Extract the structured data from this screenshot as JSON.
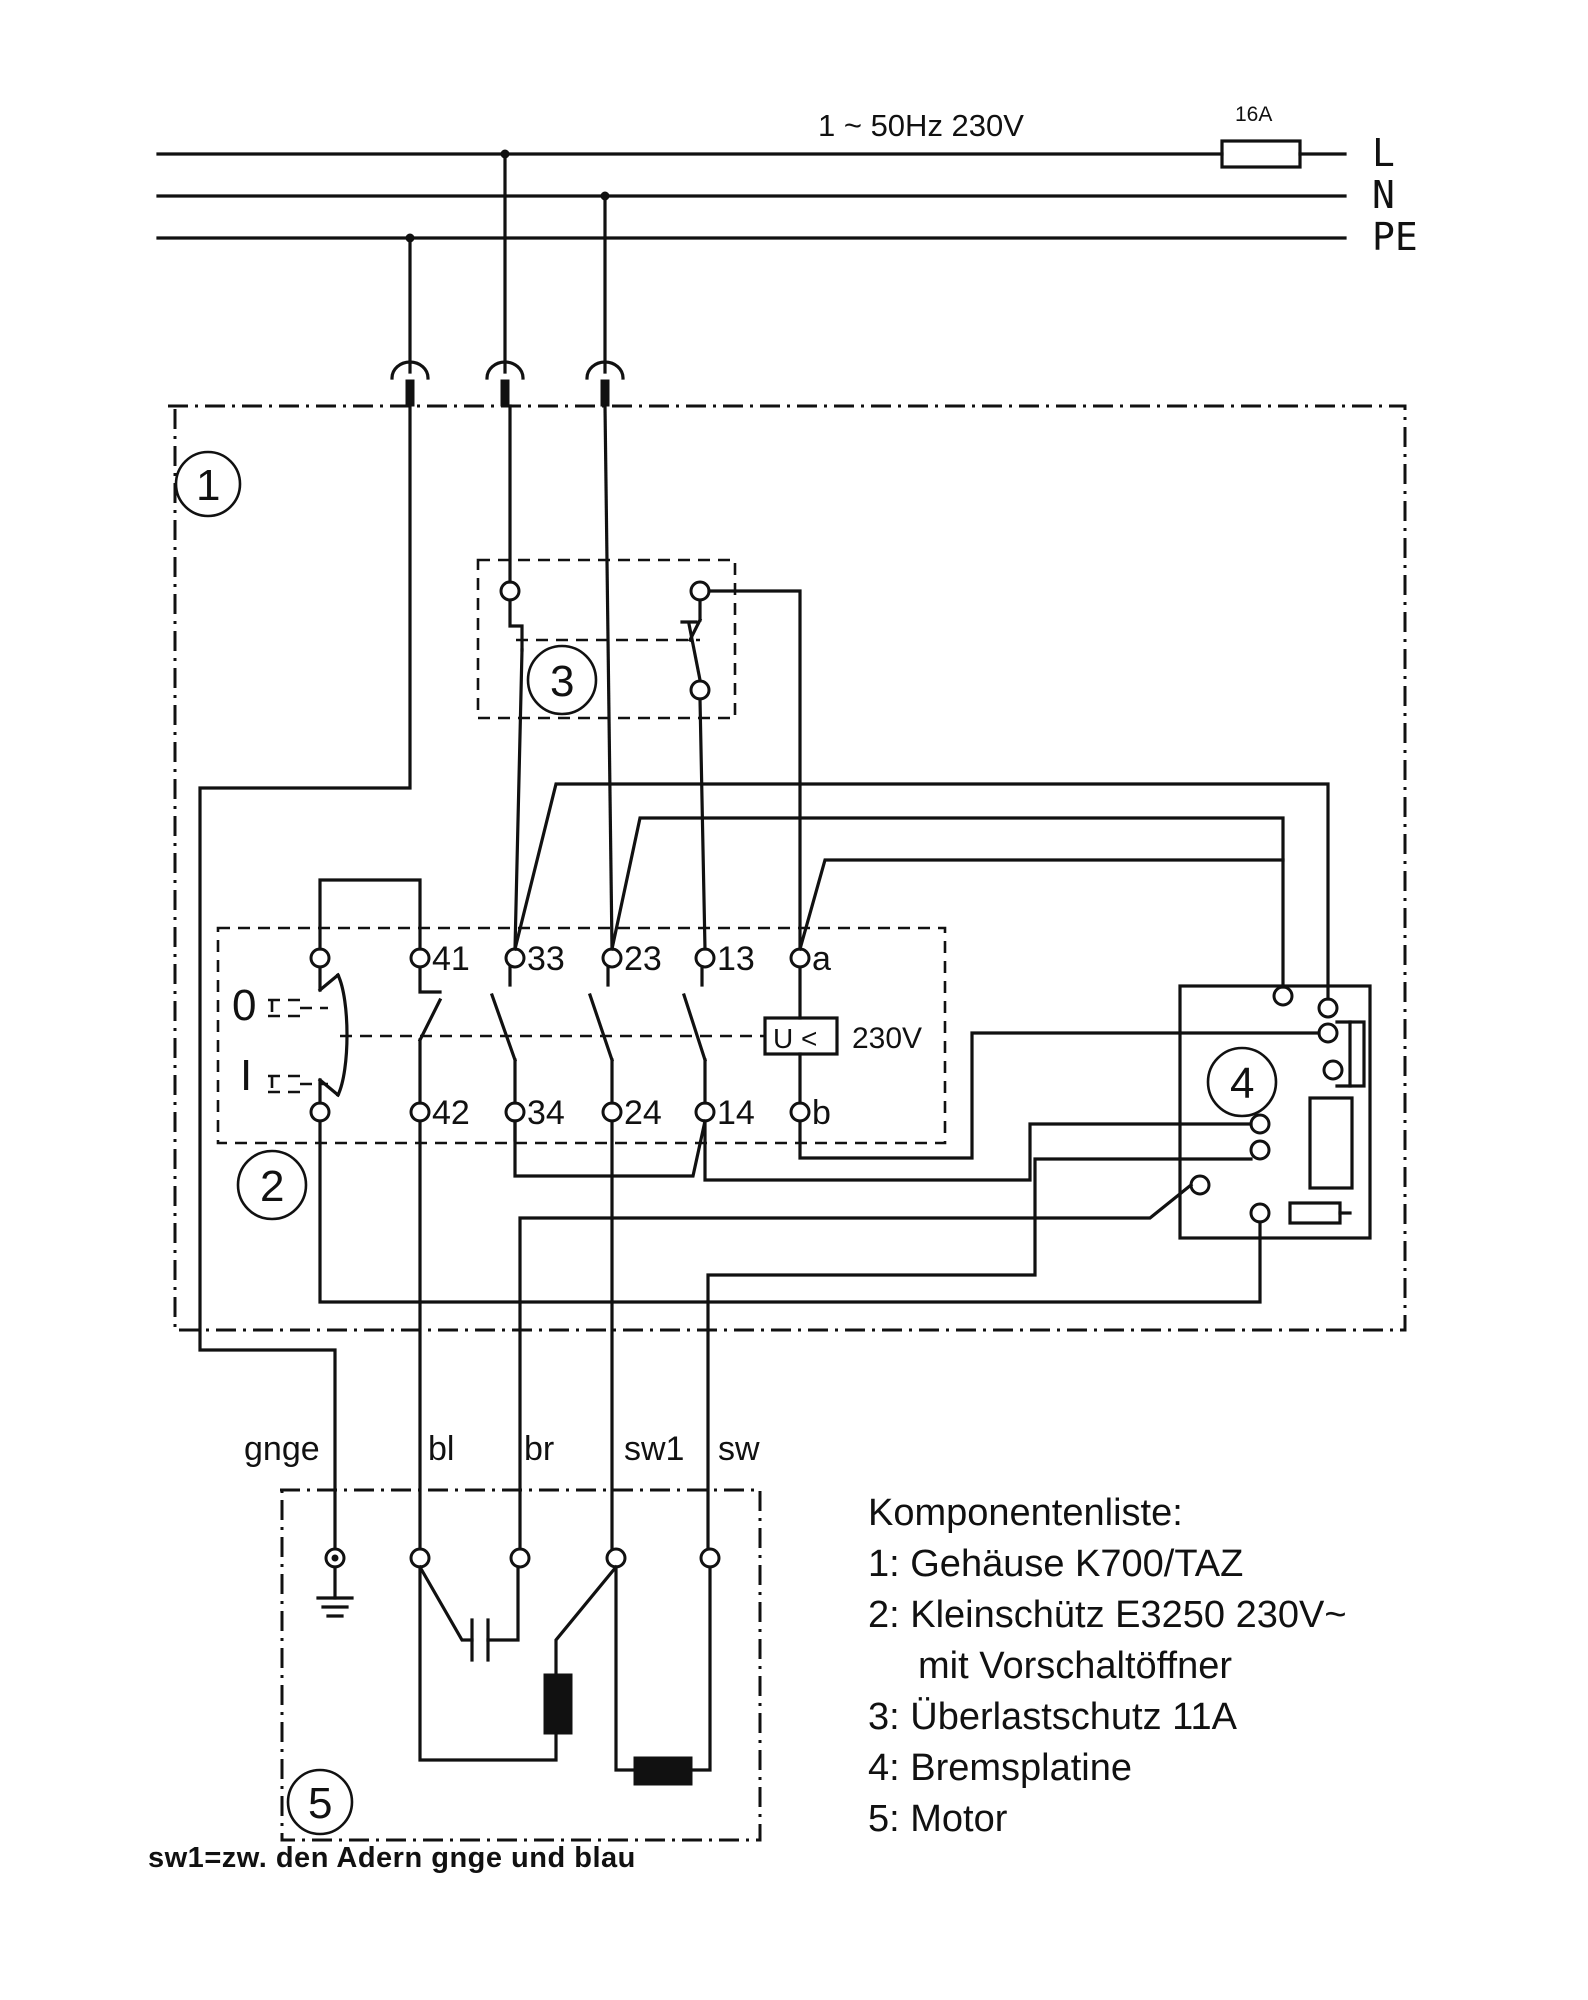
{
  "supply": {
    "rating": "1 ~ 50Hz 230V",
    "fuse": "16A",
    "lines": [
      "L",
      "N",
      "PE"
    ]
  },
  "components": {
    "housing": "1",
    "contactor": "2",
    "overload": "3",
    "brake_board": "4",
    "motor": "5"
  },
  "contactor": {
    "switch_positions": [
      "0",
      "I"
    ],
    "top_terminals": [
      "41",
      "33",
      "23",
      "13",
      "a"
    ],
    "bottom_terminals": [
      "42",
      "34",
      "24",
      "14",
      "b"
    ],
    "undervoltage_symbol": "U <",
    "undervoltage_rating": "230V"
  },
  "motor_wires": [
    "gnge",
    "bl",
    "br",
    "sw1",
    "sw"
  ],
  "legend": {
    "heading": "Komponentenliste:",
    "items": [
      "1: Gehäuse K700/TAZ",
      "2: Kleinschütz E3250 230V~",
      "mit Vorschaltöffner",
      "3: Überlastschutz 11A",
      "4: Bremsplatine",
      "5: Motor"
    ]
  },
  "footnote": "sw1=zw. den Adern gnge und blau"
}
